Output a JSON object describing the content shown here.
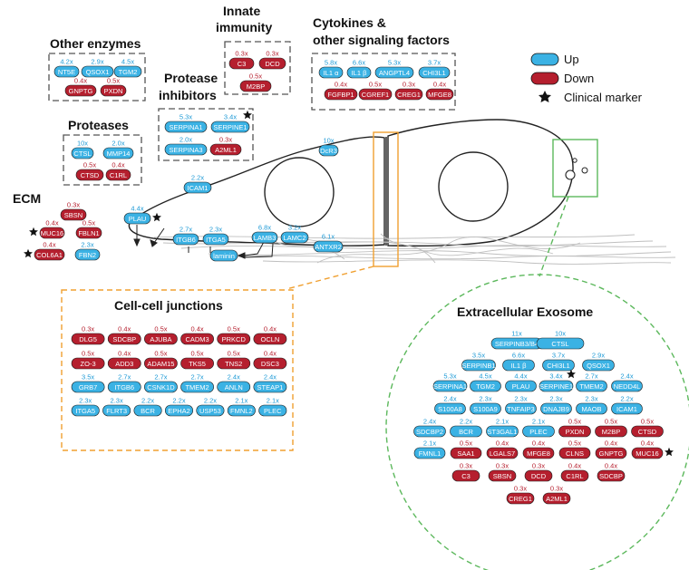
{
  "colors": {
    "up": "#3bb2e4",
    "down": "#b51f2e",
    "up_text": "#1e9ad6",
    "down_text": "#b51f2e",
    "groupbox": "#555555",
    "orange": "#f0a031",
    "green": "#5cb85c"
  },
  "legend": {
    "up": "Up",
    "down": "Down",
    "marker": "Clinical marker"
  },
  "groups": [
    {
      "id": "other-enzymes",
      "title": [
        "Other enzymes"
      ],
      "items": [
        {
          "name": "NT5E",
          "fc": "4.2x",
          "dir": "up"
        },
        {
          "name": "QSOX1",
          "fc": "2.9x",
          "dir": "up"
        },
        {
          "name": "TGM2",
          "fc": "4.5x",
          "dir": "up"
        },
        {
          "name": "GNPTG",
          "fc": "0.4x",
          "dir": "down"
        },
        {
          "name": "PXDN",
          "fc": "0.5x",
          "dir": "down"
        }
      ]
    },
    {
      "id": "innate-immunity",
      "title": [
        "Innate",
        "immunity"
      ],
      "items": [
        {
          "name": "C3",
          "fc": "0.3x",
          "dir": "down"
        },
        {
          "name": "DCD",
          "fc": "0.3x",
          "dir": "down"
        },
        {
          "name": "M2BP",
          "fc": "0.5x",
          "dir": "down"
        }
      ]
    },
    {
      "id": "cytokines",
      "title": [
        "Cytokines &",
        "other signaling factors"
      ],
      "items": [
        {
          "name": "IL1 α",
          "fc": "5.8x",
          "dir": "up"
        },
        {
          "name": "IL1 β",
          "fc": "6.6x",
          "dir": "up"
        },
        {
          "name": "ANGPTL4",
          "fc": "5.3x",
          "dir": "up"
        },
        {
          "name": "CHI3L1",
          "fc": "3.7x",
          "dir": "up"
        },
        {
          "name": "FGFBP1",
          "fc": "0.4x",
          "dir": "down"
        },
        {
          "name": "CGREF1",
          "fc": "0.5x",
          "dir": "down"
        },
        {
          "name": "CREG1",
          "fc": "0.3x",
          "dir": "down"
        },
        {
          "name": "MFGE8",
          "fc": "0.4x",
          "dir": "down"
        }
      ]
    },
    {
      "id": "protease-inhibitors",
      "title": [
        "Protease",
        "inhibitors"
      ],
      "items": [
        {
          "name": "SERPINA1",
          "fc": "5.3x",
          "dir": "up"
        },
        {
          "name": "SERPINE1",
          "fc": "3.4x",
          "dir": "up",
          "marker": true
        },
        {
          "name": "SERPINA3",
          "fc": "2.0x",
          "dir": "up"
        },
        {
          "name": "A2ML1",
          "fc": "0.3x",
          "dir": "down"
        }
      ]
    },
    {
      "id": "proteases",
      "title": [
        "Proteases"
      ],
      "items": [
        {
          "name": "CTSL",
          "fc": "10x",
          "dir": "up"
        },
        {
          "name": "MMP14",
          "fc": "2.0x",
          "dir": "up"
        },
        {
          "name": "CTSD",
          "fc": "0.5x",
          "dir": "down"
        },
        {
          "name": "C1RL",
          "fc": "0.4x",
          "dir": "down"
        }
      ]
    }
  ],
  "ecm": {
    "title": "ECM",
    "items": [
      {
        "name": "SBSN",
        "fc": "0.3x",
        "dir": "down"
      },
      {
        "name": "MUC16",
        "fc": "0.4x",
        "dir": "down",
        "marker": true
      },
      {
        "name": "FBLN1",
        "fc": "0.5x",
        "dir": "down"
      },
      {
        "name": "COL6A1",
        "fc": "0.4x",
        "dir": "down",
        "marker": true
      },
      {
        "name": "FBN2",
        "fc": "2.3x",
        "dir": "up"
      }
    ]
  },
  "membrane": [
    {
      "name": "DcR3",
      "fc": "10x",
      "dir": "up"
    },
    {
      "name": "ICAM1",
      "fc": "2.2x",
      "dir": "up"
    },
    {
      "name": "PLAU",
      "fc": "4.4x",
      "dir": "up",
      "marker": true
    },
    {
      "name": "ITGB6",
      "fc": "2.7x",
      "dir": "up"
    },
    {
      "name": "ITGA5",
      "fc": "2.3x",
      "dir": "up"
    },
    {
      "name": "LAMB3",
      "fc": "6.8x",
      "dir": "up"
    },
    {
      "name": "LAMC2",
      "fc": "3.2x",
      "dir": "up"
    },
    {
      "name": "ANTXR2",
      "fc": "6.1x",
      "dir": "up"
    },
    {
      "name": "laminin",
      "fc": "",
      "dir": "up"
    }
  ],
  "junctions": {
    "title": "Cell-cell junctions",
    "rows": [
      [
        {
          "name": "DLG5",
          "fc": "0.3x",
          "dir": "down"
        },
        {
          "name": "SDCBP",
          "fc": "0.4x",
          "dir": "down"
        },
        {
          "name": "AJUBA",
          "fc": "0.5x",
          "dir": "down"
        },
        {
          "name": "CADM3",
          "fc": "0.4x",
          "dir": "down"
        },
        {
          "name": "PRKCD",
          "fc": "0.5x",
          "dir": "down"
        },
        {
          "name": "OCLN",
          "fc": "0.4x",
          "dir": "down"
        }
      ],
      [
        {
          "name": "ZO-3",
          "fc": "0.5x",
          "dir": "down"
        },
        {
          "name": "ADD3",
          "fc": "0.4x",
          "dir": "down"
        },
        {
          "name": "ADAM15",
          "fc": "0.5x",
          "dir": "down"
        },
        {
          "name": "TKS5",
          "fc": "0.5x",
          "dir": "down"
        },
        {
          "name": "TNS2",
          "fc": "0.5x",
          "dir": "down"
        },
        {
          "name": "DSC3",
          "fc": "0.4x",
          "dir": "down"
        }
      ],
      [
        {
          "name": "GRB7",
          "fc": "3.5x",
          "dir": "up"
        },
        {
          "name": "ITGB6",
          "fc": "2.7x",
          "dir": "up"
        },
        {
          "name": "CSNK1D",
          "fc": "2.7x",
          "dir": "up"
        },
        {
          "name": "TMEM2",
          "fc": "2.7x",
          "dir": "up"
        },
        {
          "name": "ANLN",
          "fc": "2.4x",
          "dir": "up"
        },
        {
          "name": "STEAP1",
          "fc": "2.4x",
          "dir": "up"
        }
      ],
      [
        {
          "name": "ITGA5",
          "fc": "2.3x",
          "dir": "up"
        },
        {
          "name": "FLRT3",
          "fc": "2.3x",
          "dir": "up"
        },
        {
          "name": "BCR",
          "fc": "2.2x",
          "dir": "up"
        },
        {
          "name": "EPHA2",
          "fc": "2.2x",
          "dir": "up"
        },
        {
          "name": "USP53",
          "fc": "2.2x",
          "dir": "up"
        },
        {
          "name": "FMNL2",
          "fc": "2.1x",
          "dir": "up"
        },
        {
          "name": "PLEC",
          "fc": "2.1x",
          "dir": "up"
        }
      ]
    ]
  },
  "exosome": {
    "title": "Extracellular Exosome",
    "rows": [
      [
        {
          "name": "SERPINB3/B4",
          "fc": "11x",
          "dir": "up"
        },
        {
          "name": "CTSL",
          "fc": "10x",
          "dir": "up"
        }
      ],
      [
        {
          "name": "SERPINB1",
          "fc": "3.5x",
          "dir": "up"
        },
        {
          "name": "IL1 β",
          "fc": "6.6x",
          "dir": "up"
        },
        {
          "name": "CHI3L1",
          "fc": "3.7x",
          "dir": "up"
        },
        {
          "name": "QSOX1",
          "fc": "2.9x",
          "dir": "up"
        }
      ],
      [
        {
          "name": "SERPINA1",
          "fc": "5.3x",
          "dir": "up"
        },
        {
          "name": "TGM2",
          "fc": "4.5x",
          "dir": "up"
        },
        {
          "name": "PLAU",
          "fc": "4.4x",
          "dir": "up"
        },
        {
          "name": "SERPINE1",
          "fc": "3.4x",
          "dir": "up",
          "marker": true
        },
        {
          "name": "TMEM2",
          "fc": "2.7x",
          "dir": "up"
        },
        {
          "name": "NEDD4L",
          "fc": "2.4x",
          "dir": "up"
        }
      ],
      [
        {
          "name": "S100A8",
          "fc": "2.4x",
          "dir": "up"
        },
        {
          "name": "S100A9",
          "fc": "2.3x",
          "dir": "up"
        },
        {
          "name": "TNFAIP3",
          "fc": "2.3x",
          "dir": "up"
        },
        {
          "name": "DNAJB9",
          "fc": "2.3x",
          "dir": "up"
        },
        {
          "name": "MAOB",
          "fc": "2.3x",
          "dir": "up"
        },
        {
          "name": "ICAM1",
          "fc": "2.2x",
          "dir": "up"
        }
      ],
      [
        {
          "name": "SDCBP2",
          "fc": "2.4x",
          "dir": "up"
        },
        {
          "name": "BCR",
          "fc": "2.2x",
          "dir": "up"
        },
        {
          "name": "ST3GAL1",
          "fc": "2.1x",
          "dir": "up"
        },
        {
          "name": "PLEC",
          "fc": "2.1x",
          "dir": "up"
        },
        {
          "name": "PXDN",
          "fc": "0.5x",
          "dir": "down"
        },
        {
          "name": "M2BP",
          "fc": "0.5x",
          "dir": "down"
        },
        {
          "name": "CTSD",
          "fc": "0.5x",
          "dir": "down"
        }
      ],
      [
        {
          "name": "FMNL1",
          "fc": "2.1x",
          "dir": "up"
        },
        {
          "name": "SAA1",
          "fc": "0.5x",
          "dir": "down"
        },
        {
          "name": "LGALS7",
          "fc": "0.4x",
          "dir": "down"
        },
        {
          "name": "MFGE8",
          "fc": "0.4x",
          "dir": "down"
        },
        {
          "name": "CLNS",
          "fc": "0.5x",
          "dir": "down"
        },
        {
          "name": "GNPTG",
          "fc": "0.4x",
          "dir": "down"
        },
        {
          "name": "MUC16",
          "fc": "0.4x",
          "dir": "down",
          "marker": true
        }
      ],
      [
        {
          "name": "C3",
          "fc": "0.3x",
          "dir": "down"
        },
        {
          "name": "SBSN",
          "fc": "0.3x",
          "dir": "down"
        },
        {
          "name": "DCD",
          "fc": "0.3x",
          "dir": "down"
        },
        {
          "name": "C1RL",
          "fc": "0.4x",
          "dir": "down"
        },
        {
          "name": "SDCBP",
          "fc": "0.4x",
          "dir": "down"
        }
      ],
      [
        {
          "name": "CREG1",
          "fc": "0.3x",
          "dir": "down"
        },
        {
          "name": "A2ML1",
          "fc": "0.3x",
          "dir": "down"
        }
      ]
    ]
  }
}
